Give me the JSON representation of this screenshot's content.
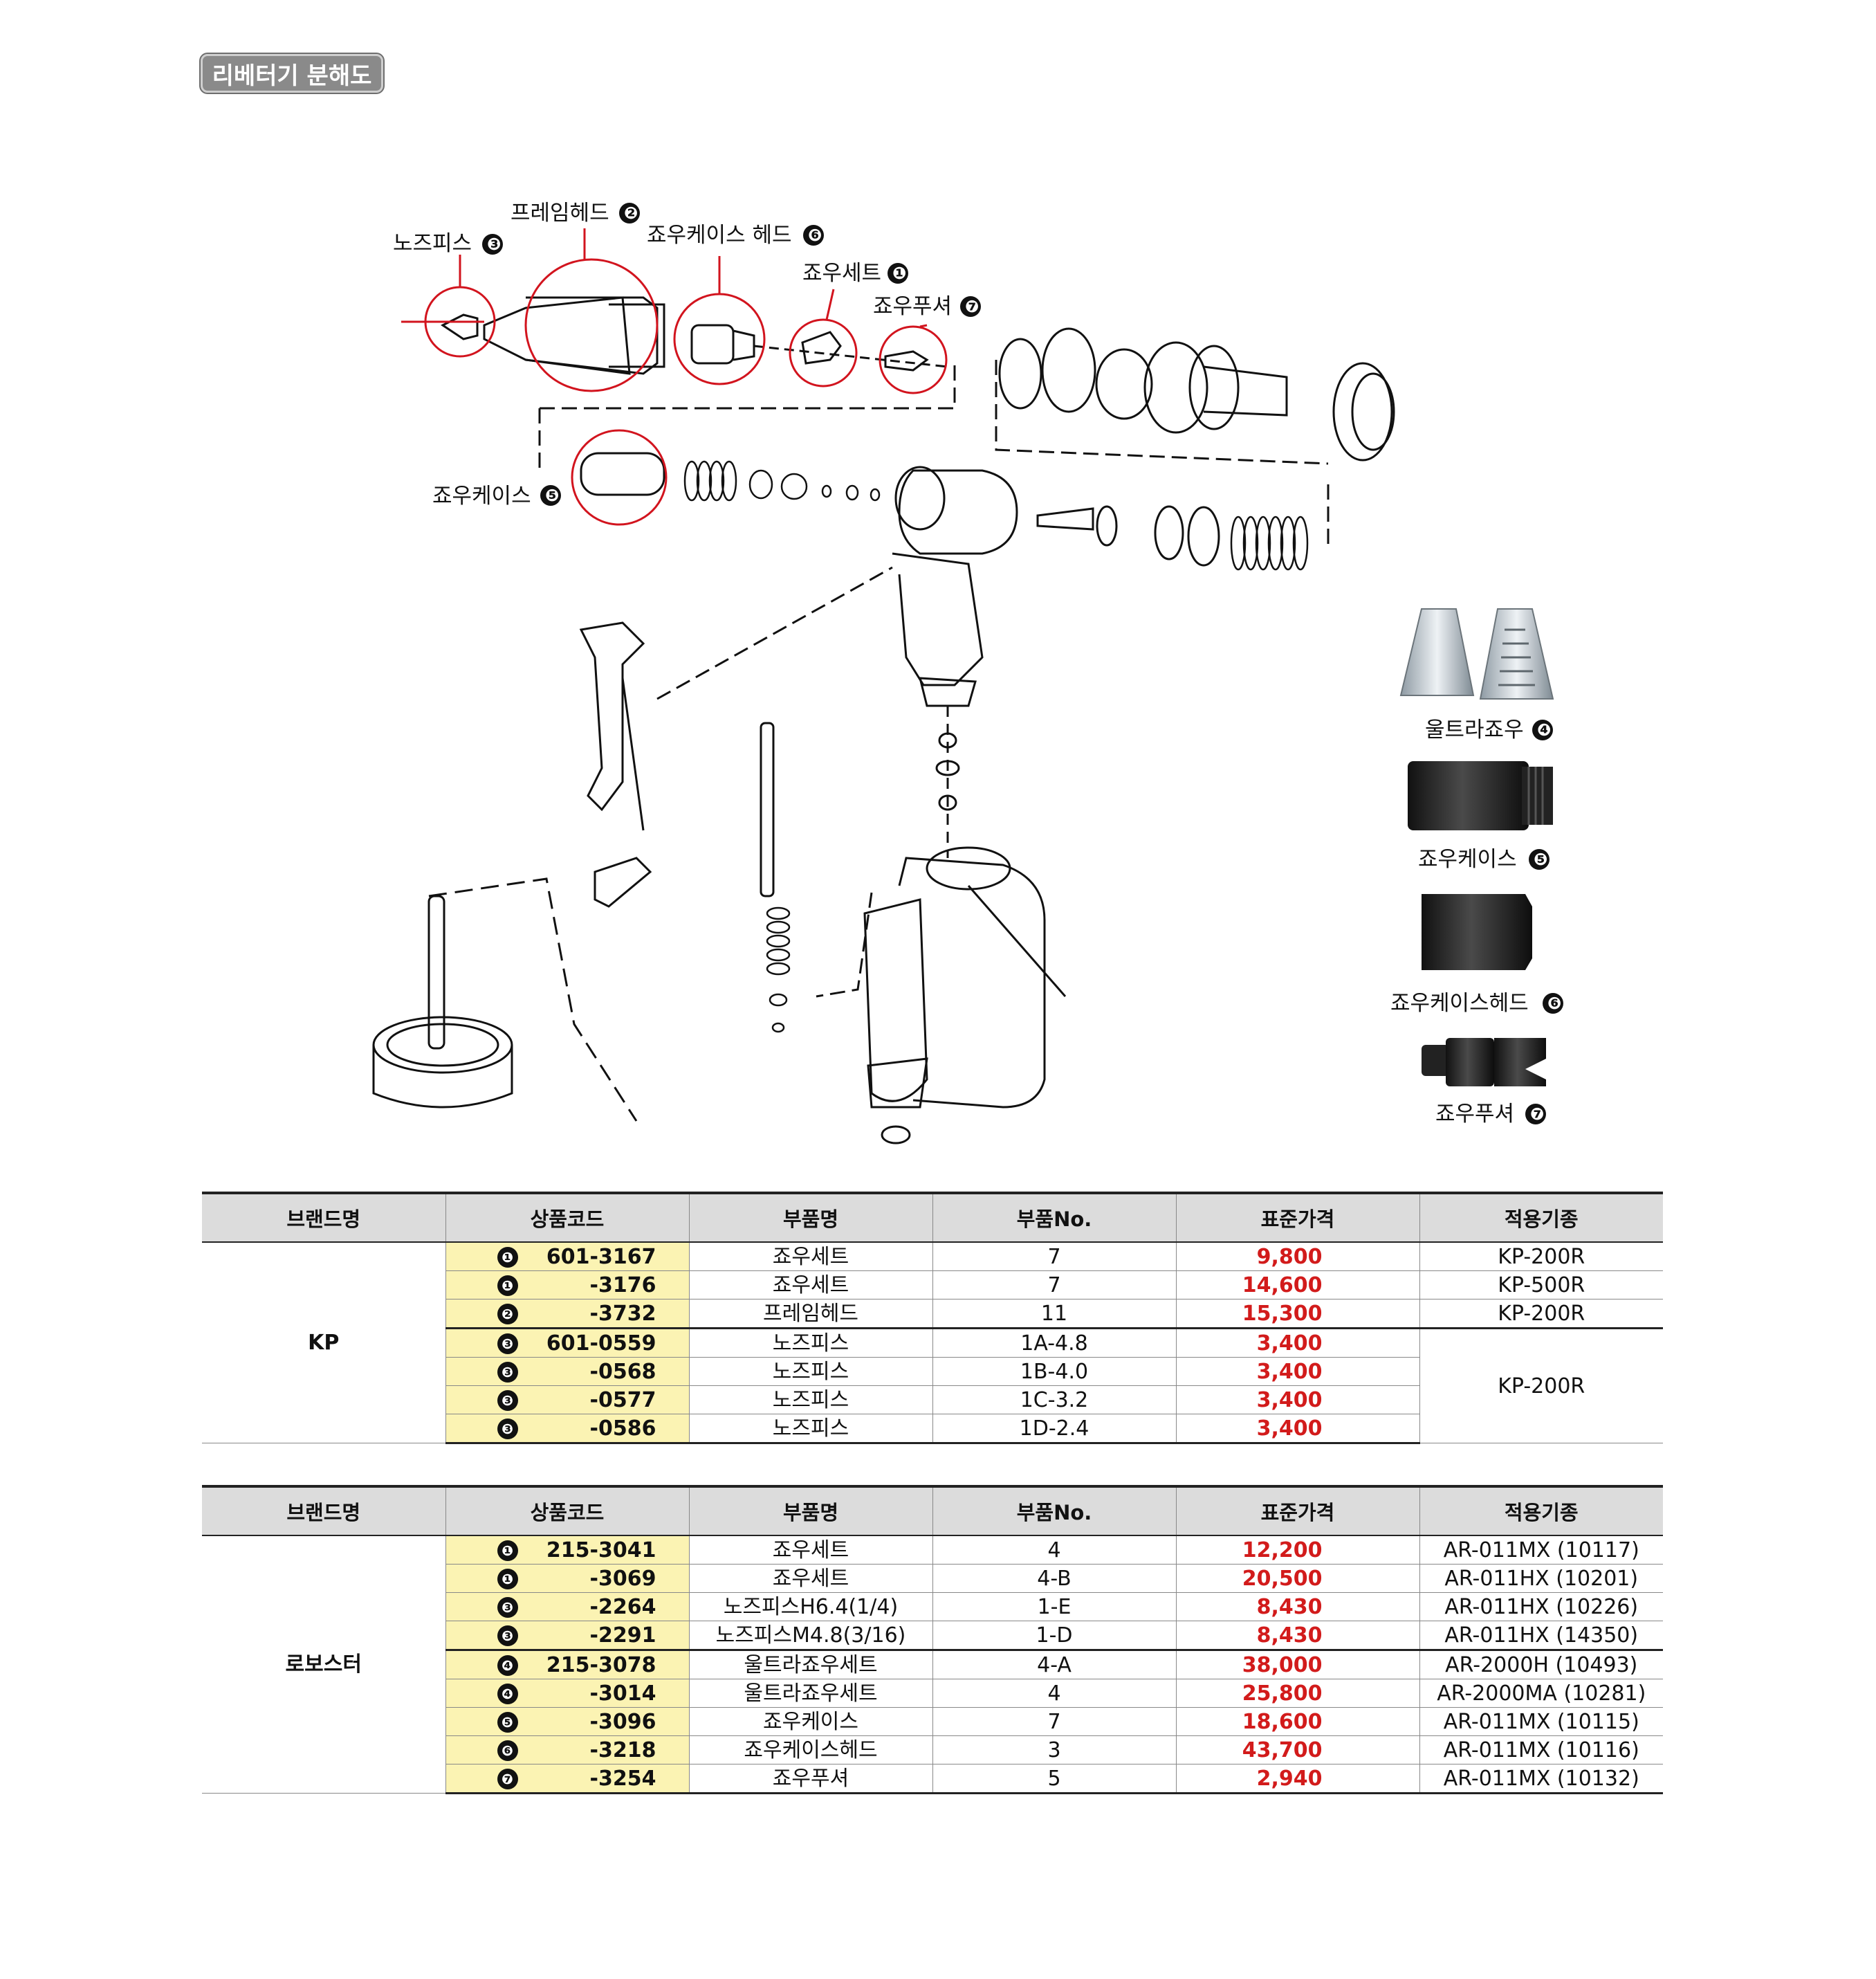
{
  "page_title": "리베터기 분해도",
  "diagram_labels": {
    "nose_piece": "노즈피스",
    "frame_head": "프레임헤드",
    "jaw_case_head": "죠우케이스 헤드",
    "jaw_set": "죠우세트",
    "jaw_pusher": "죠우푸셔",
    "jaw_case": "죠우케이스"
  },
  "photo_labels": {
    "ultra_jaw": "울트라죠우",
    "jaw_case": "죠우케이스",
    "jaw_case_head": "죠우케이스헤드",
    "jaw_pusher": "죠우푸셔"
  },
  "markers": [
    "❶",
    "❷",
    "❸",
    "❹",
    "❺",
    "❻",
    "❼"
  ],
  "headers": [
    "브랜드명",
    "상품코드",
    "부품명",
    "부품No.",
    "표준가격",
    "적용기종"
  ],
  "tables": [
    {
      "brand": "KP",
      "rows": [
        {
          "marker": "1",
          "code": "601-3167",
          "part": "죠우세트",
          "no": "7",
          "price": "9,800",
          "model": "KP-200R"
        },
        {
          "marker": "1",
          "code": "-3176",
          "part": "죠우세트",
          "no": "7",
          "price": "14,600",
          "model": "KP-500R"
        },
        {
          "marker": "2",
          "code": "-3732",
          "part": "프레임헤드",
          "no": "11",
          "price": "15,300",
          "model": "KP-200R"
        },
        {
          "marker": "3",
          "code": "601-0559",
          "part": "노즈피스",
          "no": "1A-4.8",
          "price": "3,400",
          "model": "KP-200R"
        },
        {
          "marker": "3",
          "code": "-0568",
          "part": "노즈피스",
          "no": "1B-4.0",
          "price": "3,400",
          "model": ""
        },
        {
          "marker": "3",
          "code": "-0577",
          "part": "노즈피스",
          "no": "1C-3.2",
          "price": "3,400",
          "model": ""
        },
        {
          "marker": "3",
          "code": "-0586",
          "part": "노즈피스",
          "no": "1D-2.4",
          "price": "3,400",
          "model": ""
        }
      ]
    },
    {
      "brand": "로보스터",
      "rows": [
        {
          "marker": "1",
          "code": "215-3041",
          "part": "죠우세트",
          "no": "4",
          "price": "12,200",
          "model": "AR-011MX (10117)"
        },
        {
          "marker": "1",
          "code": "-3069",
          "part": "죠우세트",
          "no": "4-B",
          "price": "20,500",
          "model": "AR-011HX (10201)"
        },
        {
          "marker": "3",
          "code": "-2264",
          "part": "노즈피스H6.4(1/4)",
          "no": "1-E",
          "price": "8,430",
          "model": "AR-011HX (10226)"
        },
        {
          "marker": "3",
          "code": "-2291",
          "part": "노즈피스M4.8(3/16)",
          "no": "1-D",
          "price": "8,430",
          "model": "AR-011HX (14350)"
        },
        {
          "marker": "4",
          "code": "215-3078",
          "part": "울트라죠우세트",
          "no": "4-A",
          "price": "38,000",
          "model": "AR-2000H (10493)"
        },
        {
          "marker": "4",
          "code": "-3014",
          "part": "울트라죠우세트",
          "no": "4",
          "price": "25,800",
          "model": "AR-2000MA (10281)"
        },
        {
          "marker": "5",
          "code": "-3096",
          "part": "죠우케이스",
          "no": "7",
          "price": "18,600",
          "model": "AR-011MX (10115)"
        },
        {
          "marker": "6",
          "code": "-3218",
          "part": "죠우케이스헤드",
          "no": "3",
          "price": "43,700",
          "model": "AR-011MX (10116)"
        },
        {
          "marker": "7",
          "code": "-3254",
          "part": "죠우푸셔",
          "no": "5",
          "price": "2,940",
          "model": "AR-011MX (10132)"
        }
      ]
    }
  ],
  "colors": {
    "price": "#d21b1b",
    "code_bg": "#fbf3b3",
    "header_bg": "#dcdcdc",
    "highlight_circle": "#d2141e"
  }
}
